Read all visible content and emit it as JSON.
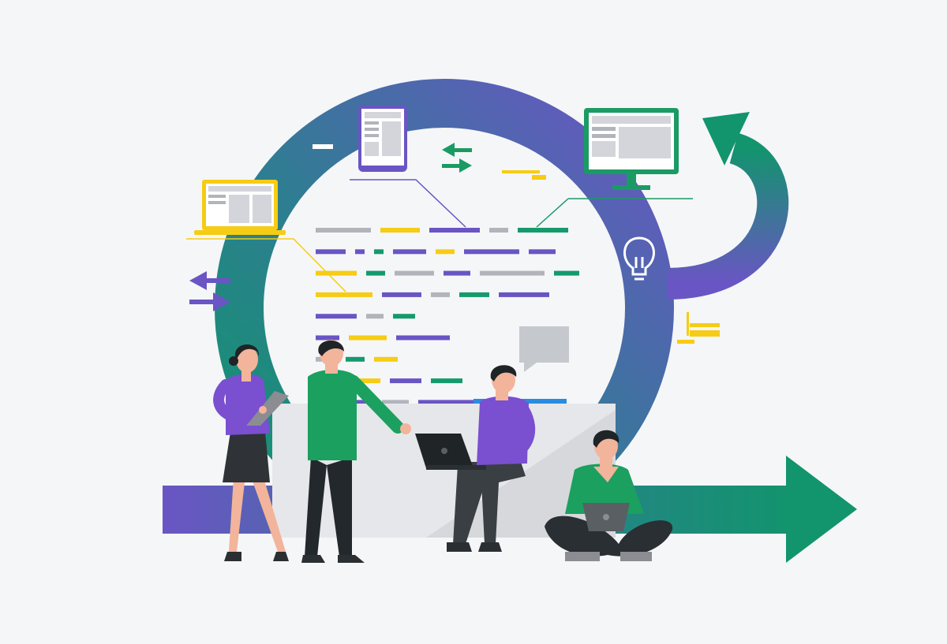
{
  "palette": {
    "background": "#f5f6f8",
    "purple": "#6a55c4",
    "green": "#159a6c",
    "yellow": "#f6cc14",
    "gray": "#b1b4bb",
    "monitor_green": "#1a9b64",
    "skin": "#f2b49a",
    "hair": "#1f2426",
    "dark": "#2a2f33",
    "speech": "#c5c8cd",
    "bench": "#e6e7ea"
  },
  "icons": [
    "laptop-icon",
    "tablet-icon",
    "monitor-icon",
    "lightbulb-icon",
    "swap-arrows-icon",
    "cycle-arrow-icon",
    "forward-arrow-icon",
    "speech-bubble-icon"
  ],
  "code_lines": [
    [
      [
        "gray",
        70
      ],
      [
        "yellow",
        50
      ],
      [
        "purple",
        64
      ],
      [
        "gray",
        24
      ],
      [
        "green",
        64
      ]
    ],
    [
      [
        "purple",
        38
      ],
      [
        "purple",
        12
      ],
      [
        "green",
        12
      ],
      [
        "purple",
        42
      ],
      [
        "yellow",
        24
      ],
      [
        "purple",
        70
      ],
      [
        "purple",
        34
      ]
    ],
    [
      [
        "yellow",
        52
      ],
      [
        "green",
        24
      ],
      [
        "gray",
        50
      ],
      [
        "purple",
        34
      ],
      [
        "gray",
        82
      ],
      [
        "green",
        32
      ]
    ],
    [
      [
        "yellow",
        72
      ],
      [
        "purple",
        50
      ],
      [
        "gray",
        24
      ],
      [
        "green",
        38
      ],
      [
        "purple",
        64
      ]
    ],
    [
      [
        "purple",
        52
      ],
      [
        "gray",
        22
      ],
      [
        "green",
        28
      ]
    ],
    [
      [
        "purple",
        30
      ],
      [
        "yellow",
        48
      ],
      [
        "purple",
        68
      ]
    ],
    [
      [
        "gray",
        26
      ],
      [
        "green",
        24
      ],
      [
        "yellow",
        30
      ]
    ],
    [
      [
        "gray",
        30
      ],
      [
        "yellow",
        40
      ],
      [
        "purple",
        40
      ],
      [
        "green",
        40
      ]
    ],
    [
      [
        "gray",
        30
      ],
      [
        "purple",
        30
      ],
      [
        "gray",
        34
      ],
      [
        "purple",
        120
      ]
    ]
  ]
}
